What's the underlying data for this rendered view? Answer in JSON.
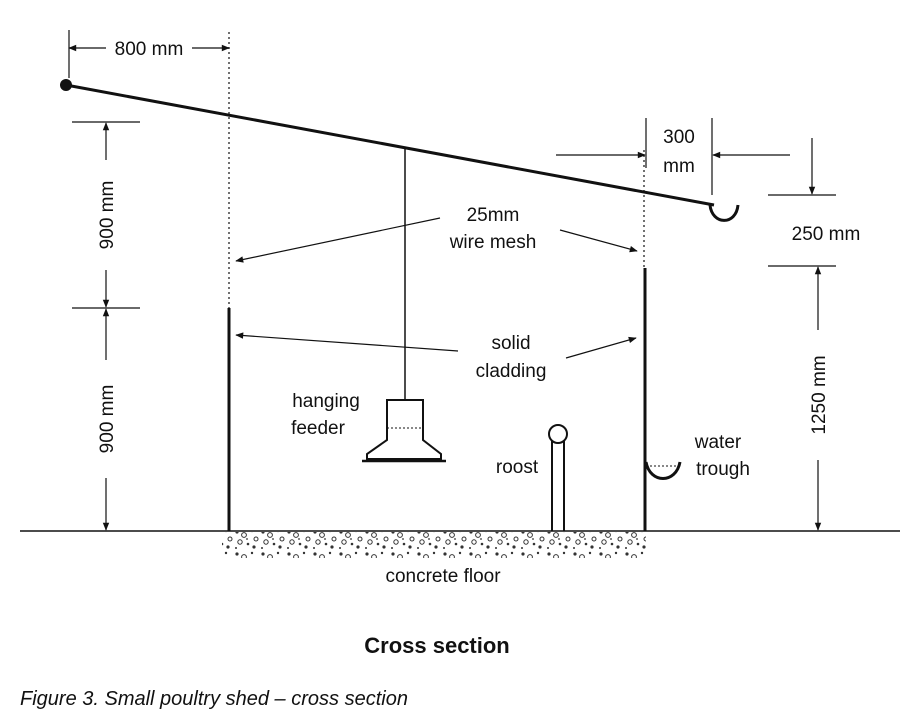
{
  "dimensions": {
    "overhang_left": "800 mm",
    "upper_height": "900 mm",
    "lower_height": "900 mm",
    "overhang_right_line1": "300",
    "overhang_right_line2": "mm",
    "gap_right": "250 mm",
    "right_wall_height": "1250 mm"
  },
  "labels": {
    "wire_mesh_line1": "25mm",
    "wire_mesh_line2": "wire mesh",
    "solid_cladding_line1": "solid",
    "solid_cladding_line2": "cladding",
    "hanging_feeder_line1": "hanging",
    "hanging_feeder_line2": "feeder",
    "roost": "roost",
    "water_trough_line1": "water",
    "water_trough_line2": "trough",
    "concrete_floor": "concrete floor"
  },
  "title": "Cross section",
  "caption": "Figure 3. Small poultry shed – cross section"
}
